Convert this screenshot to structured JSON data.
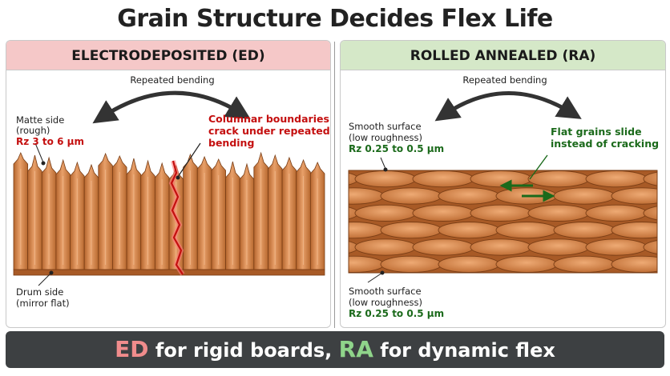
{
  "title": "Grain Structure Decides Flex Life",
  "colors": {
    "ed_header_bg": "#f5c8c8",
    "ra_header_bg": "#d5e8c8",
    "crack_red": "#c40f0f",
    "slide_green": "#1b6a1b",
    "copper": "#c8793e",
    "footer_bg": "#3d4042"
  },
  "ed_panel": {
    "header": "ELECTRODEPOSITED (ED)",
    "bending_label": "Repeated bending",
    "matte_side_line1": "Matte side",
    "matte_side_line2": "(rough)",
    "matte_rz": "Rz 3 to 6 µm",
    "crack_note_line1": "Columnar boundaries",
    "crack_note_line2": "crack under repeated",
    "crack_note_line3": "bending",
    "drum_side_line1": "Drum side",
    "drum_side_line2": "(mirror flat)"
  },
  "ra_panel": {
    "header": "ROLLED ANNEALED (RA)",
    "bending_label": "Repeated bending",
    "top_surface_line1": "Smooth surface",
    "top_surface_line2": "(low roughness)",
    "top_rz": "Rz 0.25 to 0.5 µm",
    "slide_note_line1": "Flat grains slide",
    "slide_note_line2": "instead of cracking",
    "bottom_surface_line1": "Smooth surface",
    "bottom_surface_line2": "(low roughness)",
    "bottom_rz": "Rz 0.25 to 0.5 µm"
  },
  "footer": {
    "ed": "ED",
    "part1": " for rigid boards, ",
    "ra": "RA",
    "part2": " for dynamic flex"
  }
}
